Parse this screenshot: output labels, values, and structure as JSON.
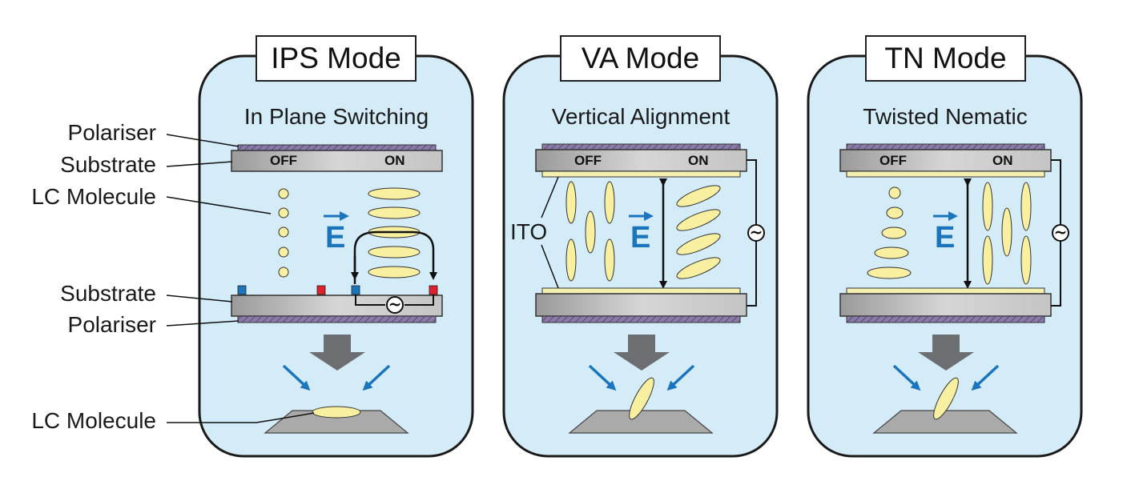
{
  "left_labels": {
    "polariser_top": "Polariser",
    "substrate_top": "Substrate",
    "lc_molecule_top": "LC Molecule",
    "substrate_bottom": "Substrate",
    "polariser_bottom": "Polariser",
    "lc_molecule_bottom": "LC Molecule"
  },
  "panels": [
    {
      "title": "IPS Mode",
      "subtitle": "In Plane Switching",
      "off": "OFF",
      "on": "ON",
      "field": "E"
    },
    {
      "title": "VA Mode",
      "subtitle": "Vertical Alignment",
      "off": "OFF",
      "on": "ON",
      "field": "E",
      "ito": "ITO"
    },
    {
      "title": "TN Mode",
      "subtitle": "Twisted Nematic",
      "off": "OFF",
      "on": "ON",
      "field": "E"
    }
  ],
  "colors": {
    "panel_fill": "#d4ecf8",
    "molecule_fill": "#f8f0a0",
    "field_blue": "#1b75bc",
    "electrode_red": "#e0202a",
    "electrode_blue": "#1b75bc",
    "polariser": "#7b6a96",
    "ito": "#f6f0b0"
  },
  "icons": {
    "ac_source": "~"
  }
}
